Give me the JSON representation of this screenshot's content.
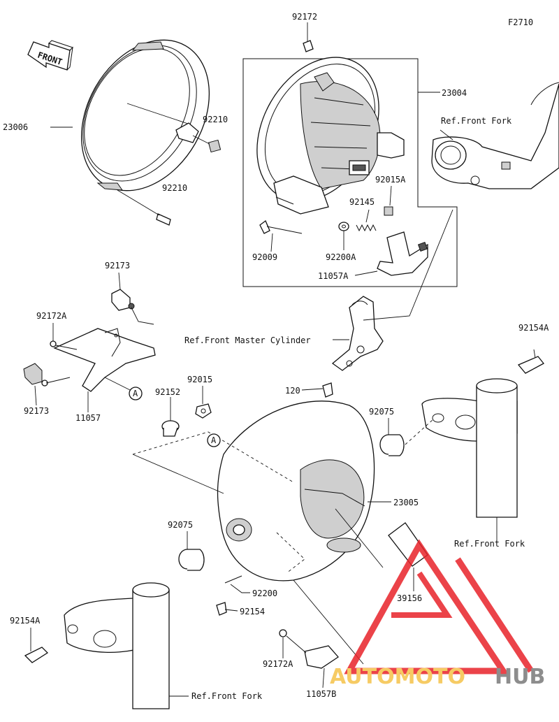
{
  "figure_code": "F2710",
  "front_badge": "FRONT",
  "callout_mark": "A",
  "labels": {
    "p92172_top": "92172",
    "p23004": "23004",
    "p23006": "23006",
    "p92210_a": "92210",
    "p92210_b": "92210",
    "ref_front_fork_top": "Ref.Front Fork",
    "p92015A": "92015A",
    "p92145": "92145",
    "p92009": "92009",
    "p92200A": "92200A",
    "p11057A": "11057A",
    "p92173_a": "92173",
    "p92172A_a": "92172A",
    "p92173_b": "92173",
    "p11057": "11057",
    "ref_master_cyl": "Ref.Front Master Cylinder",
    "p120": "120",
    "p92154A_a": "92154A",
    "p92152": "92152",
    "p92015": "92015",
    "p92075_a": "92075",
    "p23005": "23005",
    "ref_front_fork_right": "Ref.Front Fork",
    "p92075_b": "92075",
    "p92200": "92200",
    "p39156": "39156",
    "p92154": "92154",
    "p92154A_b": "92154A",
    "p92172A_b": "92172A",
    "p11057B": "11057B",
    "ref_front_fork_bottom": "Ref.Front Fork"
  },
  "watermark": {
    "part1": "AUTOMOTO",
    "part2": "HUB",
    "color1": "#f5c24a",
    "color2": "#7a7a7a",
    "logo_color": "#e8232a"
  }
}
